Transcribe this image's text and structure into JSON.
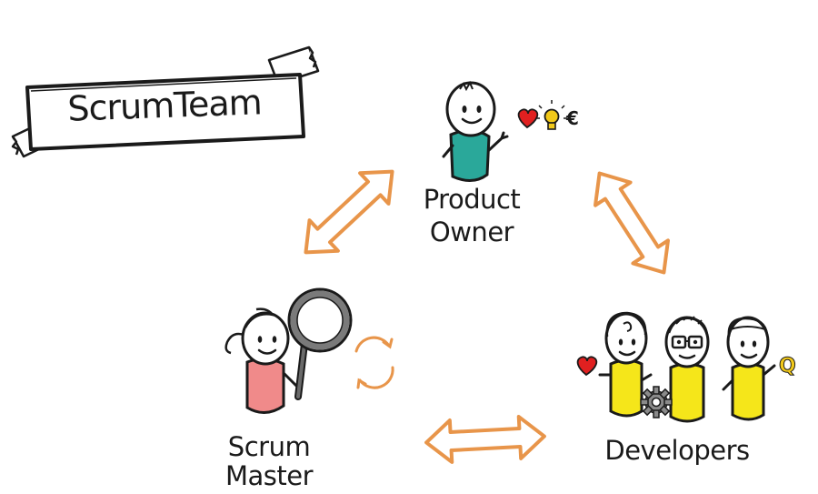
{
  "title": "ScrumTeam",
  "roles": {
    "product_owner": {
      "line1": "Product",
      "line2": "Owner"
    },
    "scrum_master": {
      "line1": "Scrum",
      "line2": "Master"
    },
    "developers": {
      "label": "Developers"
    }
  },
  "symbols": {
    "euro": "€",
    "quality": "Q"
  },
  "colors": {
    "arrow": "#e8954a",
    "product_owner_body": "#2aa89a",
    "scrum_master_body": "#f08a8a",
    "developer_body": "#f5e61a",
    "heart": "#e02020",
    "bulb": "#f2c91a",
    "gear": "#8a8a8a"
  },
  "icons": [
    "heart-icon",
    "lightbulb-icon",
    "euro-icon",
    "magnifier-icon",
    "cycle-icon",
    "gear-icon",
    "quality-icon"
  ]
}
